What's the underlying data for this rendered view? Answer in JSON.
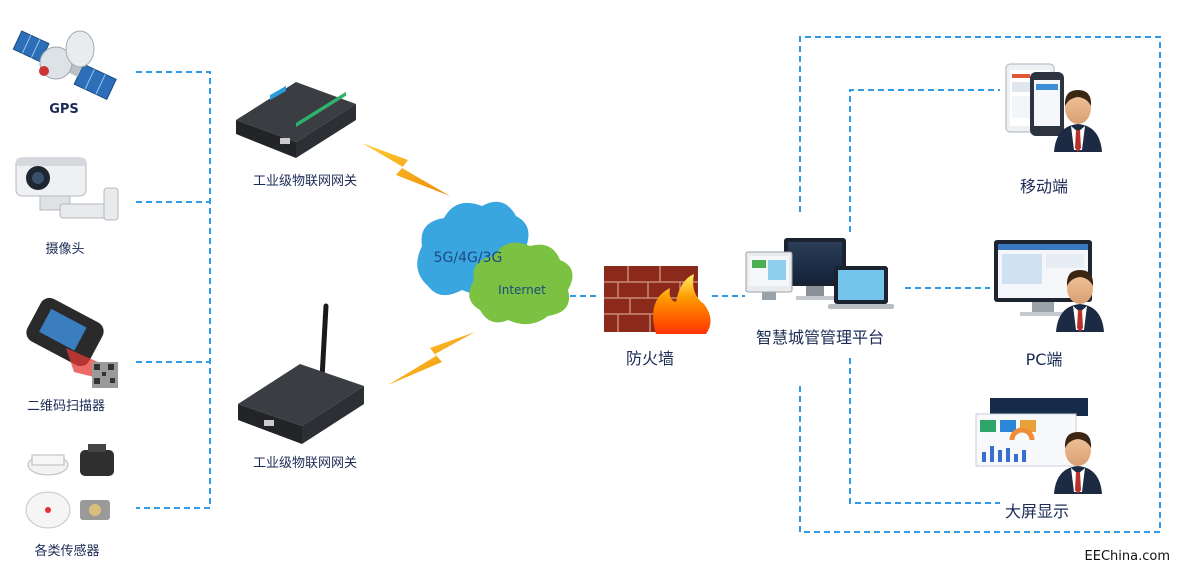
{
  "left_devices": [
    {
      "id": "gps",
      "label": "GPS",
      "icon": "satellite-icon"
    },
    {
      "id": "camera",
      "label": "摄像头",
      "icon": "camera-icon"
    },
    {
      "id": "scanner",
      "label": "二维码扫描器",
      "icon": "barcode-scanner-icon"
    },
    {
      "id": "sensors",
      "label": "各类传感器",
      "icon": "sensor-icon"
    }
  ],
  "gateways": [
    {
      "label": "工业级物联网网关",
      "icon": "gateway-icon"
    },
    {
      "label": "工业级物联网网关",
      "icon": "gateway-with-antenna-icon"
    }
  ],
  "network": {
    "cloud_label": "5G/4G/3G",
    "internet_label": "Internet"
  },
  "firewall": {
    "label": "防火墙",
    "icon": "firewall-icon"
  },
  "platform": {
    "label": "智慧城管管理平台",
    "icon": "multi-screen-icon"
  },
  "clients": [
    {
      "label": "移动端",
      "icon": "mobile-user-icon"
    },
    {
      "label": "PC端",
      "icon": "pc-user-icon"
    },
    {
      "label": "大屏显示",
      "icon": "big-screen-user-icon"
    }
  ],
  "watermark": "EEChina.com",
  "colors": {
    "dashed_line": "#2e9be6",
    "lightning": "#f39c12",
    "cloud_blue": "#3aa6e0",
    "cloud_green": "#7cc242",
    "brick": "#8b2a1a",
    "user_suit": "#1c2a44",
    "user_tie": "#c0392b",
    "label_text": "#1b2b55"
  }
}
